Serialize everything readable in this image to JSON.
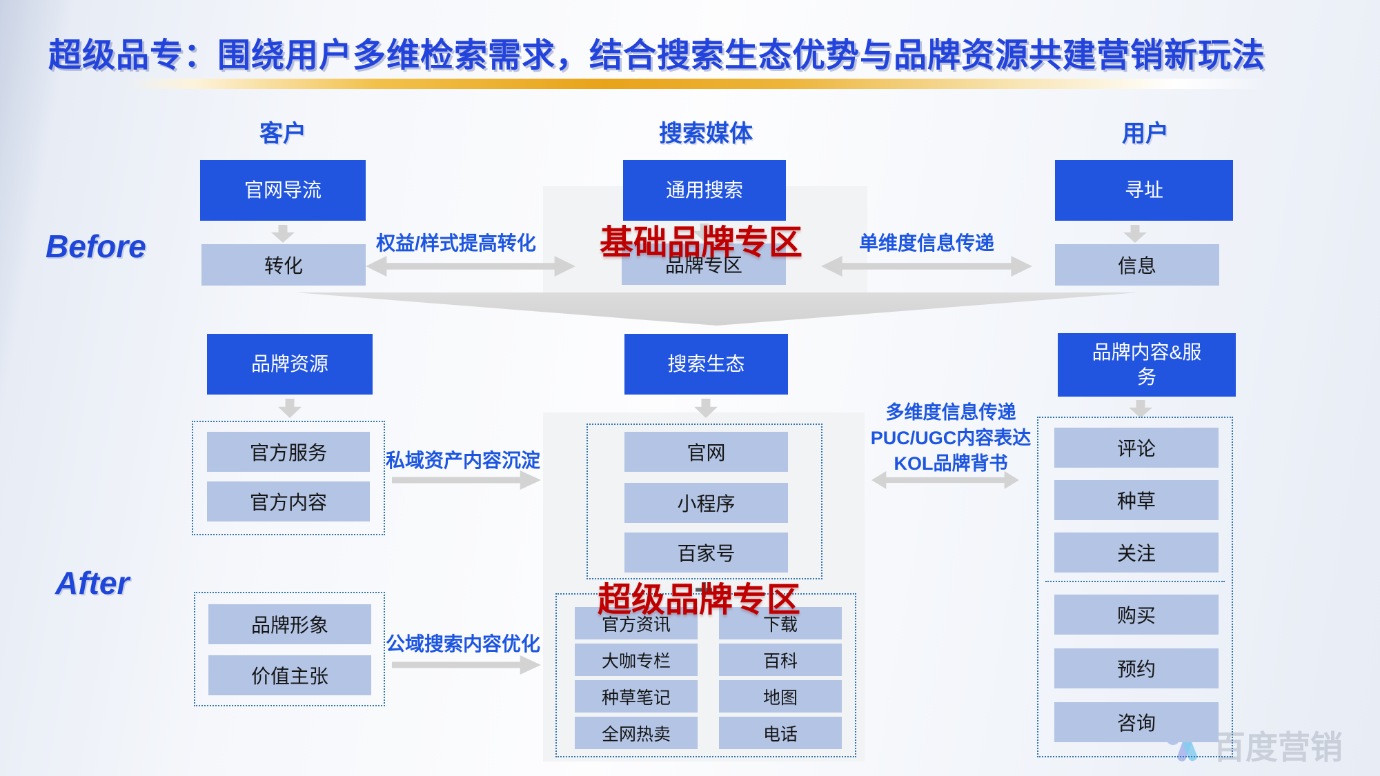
{
  "title": "超级品专：围绕用户多维检索需求，结合搜索生态优势与品牌资源共建营销新玩法",
  "columns": {
    "customer": "客户",
    "media": "搜索媒体",
    "user": "用户"
  },
  "stages": {
    "before": "Before",
    "after": "After"
  },
  "before": {
    "customer_top": "官网导流",
    "customer_bottom": "转化",
    "left_label": "权益/样式提高转化",
    "media_top": "通用搜索",
    "media_bottom": "品牌专区",
    "media_overlay": "基础品牌专区",
    "right_label": "单维度信息传递",
    "user_top": "寻址",
    "user_bottom": "信息"
  },
  "after": {
    "resources_header": "品牌资源",
    "resources_items": [
      "官方服务",
      "官方内容"
    ],
    "private_label": "私域资产内容沉淀",
    "assets_items": [
      "品牌形象",
      "价值主张"
    ],
    "public_label": "公域搜索内容优化",
    "eco_header": "搜索生态",
    "eco_items": [
      "官网",
      "小程序",
      "百家号"
    ],
    "eco_overlay": "超级品牌专区",
    "zone_left": [
      "官方资讯",
      "大咖专栏",
      "种草笔记",
      "全网热卖"
    ],
    "zone_right": [
      "下载",
      "百科",
      "地图",
      "电话"
    ],
    "multi_labels": [
      "多维度信息传递",
      "PUC/UGC内容表达",
      "KOL品牌背书"
    ],
    "content_header": "品牌内容&服务",
    "content_top": [
      "评论",
      "种草",
      "关注"
    ],
    "content_bottom": [
      "购买",
      "预约",
      "咨询"
    ]
  },
  "watermark": {
    "brand": "百度营销"
  },
  "colors": {
    "primary_blue": "#2255DF",
    "light_blue": "#B3C4E4",
    "accent_red": "#C00000",
    "label_blue": "#1C55E0",
    "gold": "#E8A319",
    "arrow_gray": "#D3D3D3",
    "dotted_border": "#2E74B5"
  }
}
